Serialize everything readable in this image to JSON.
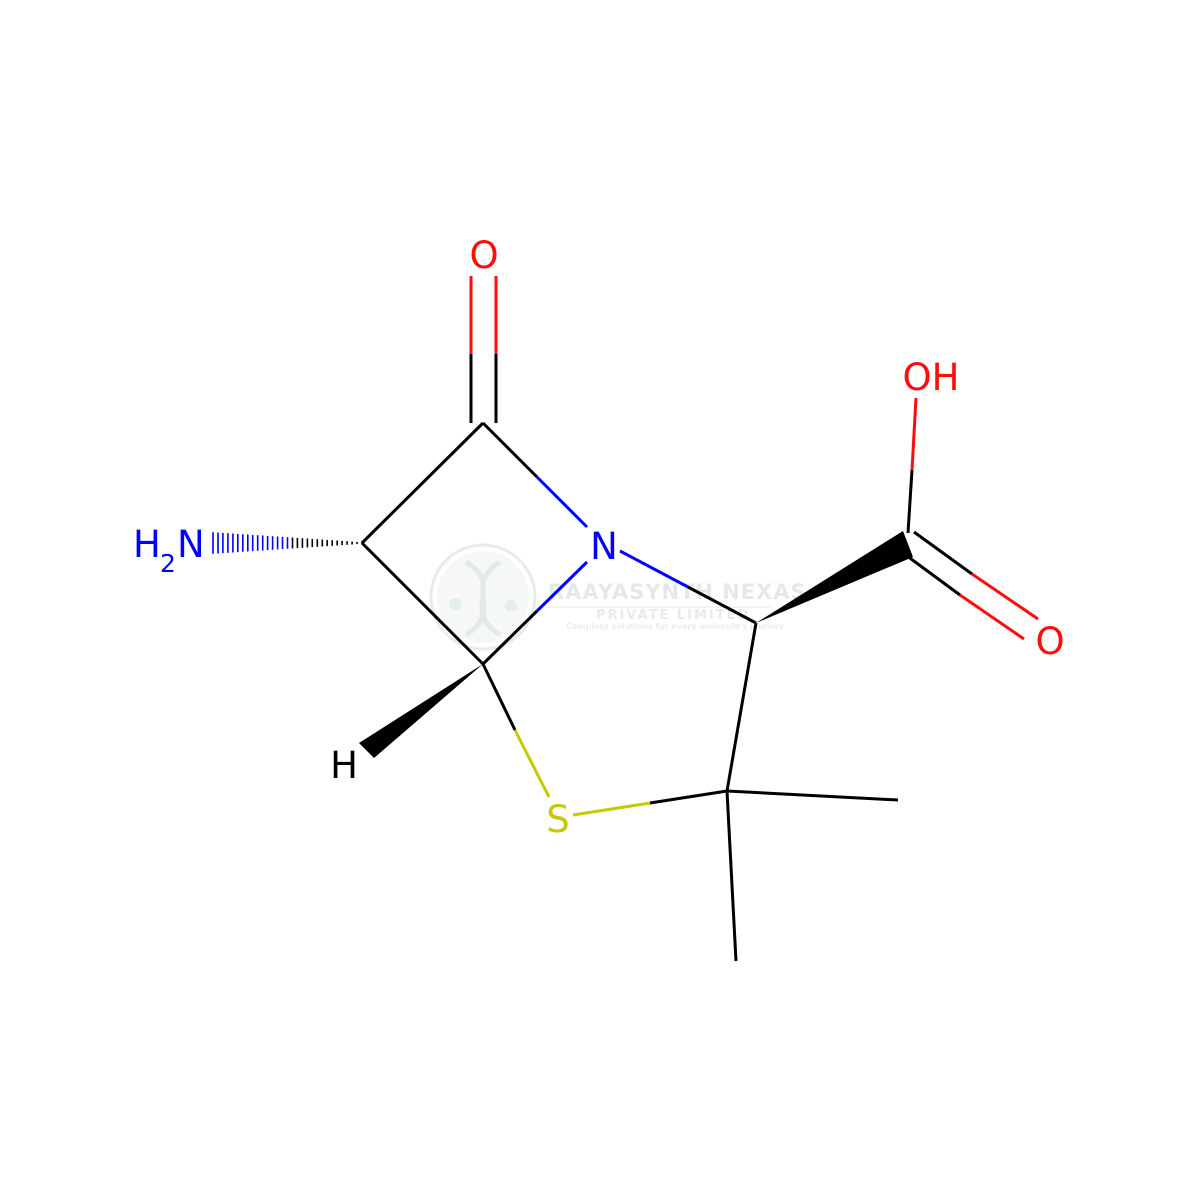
{
  "molecule": {
    "atoms": {
      "oxo": "O",
      "hydroxyl": "OH",
      "amine_h": "H",
      "amine_sub": "2",
      "amine_n": "N",
      "ring_n": "N",
      "carboxyl_o": "O",
      "h_atom": "H",
      "sulfur": "S"
    }
  },
  "watermark": {
    "title": "RAAYASYNTH NEXAS",
    "subtitle": "PRIVATE LIMITED",
    "tagline": "Complete solutions for every molecule's journey"
  },
  "colors": {
    "bond": "#000000",
    "oxygen": "#ff0d0d",
    "nitrogen": "#0000ff",
    "sulfur": "#c8c800",
    "hydrogen": "#000000",
    "watermark": "#d9e4dd"
  }
}
